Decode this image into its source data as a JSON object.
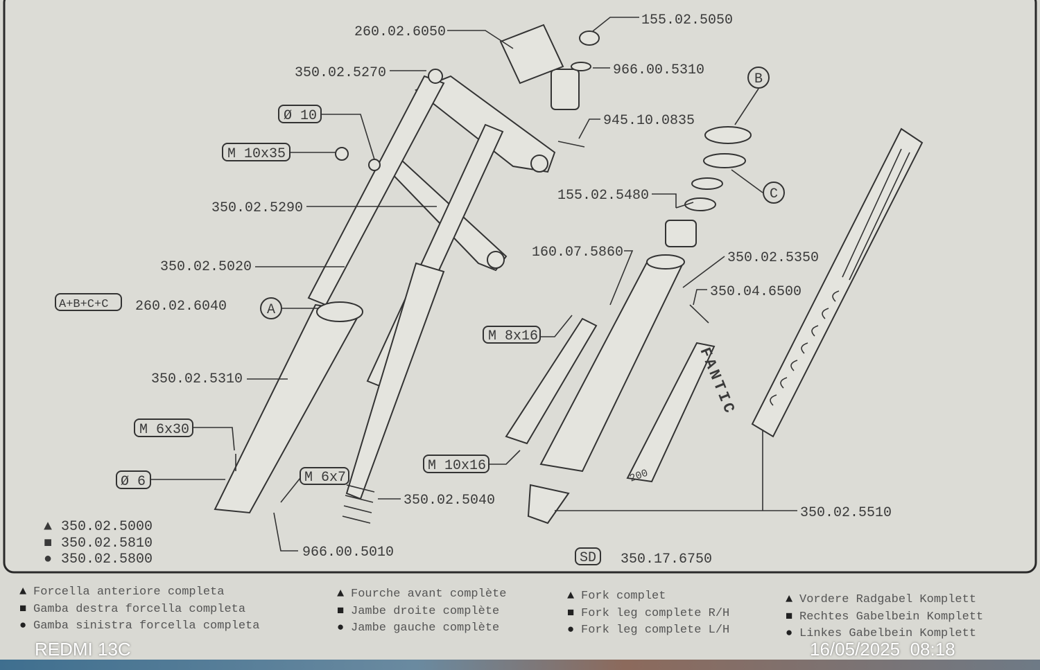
{
  "diagram": {
    "part_numbers": {
      "p155025050": "155.02.5050",
      "p260026050": "260.02.6050",
      "p966005310": "966.00.5310",
      "p350025270": "350.02.5270",
      "p945100835": "945.10.0835",
      "p155025480": "155.02.5480",
      "p350025290": "350.02.5290",
      "p160075860": "160.07.5860",
      "p350025350": "350.02.5350",
      "p350025020": "350.02.5020",
      "p350046500": "350.04.6500",
      "p260026040": "260.02.6040",
      "p350025310": "350.02.5310",
      "p350025040": "350.02.5040",
      "p350025510": "350.02.5510",
      "p966005010": "966.00.5010",
      "p350176750": "350.17.6750"
    },
    "boxed_labels": {
      "d10": "Ø 10",
      "m10x35": "M 10x35",
      "abcc": "A+B+C+C",
      "m8x16": "M 8x16",
      "m6x30": "M 6x30",
      "m10x16": "M 10x16",
      "d6": "Ø 6",
      "m6x7": "M 6x7",
      "sd": "SD"
    },
    "callouts": {
      "a": "A",
      "b": "B",
      "c": "C"
    },
    "brand_decal": "FANTIC",
    "decal_number": "200",
    "assembly_codes": [
      {
        "symbol": "▲",
        "code": "350.02.5000"
      },
      {
        "symbol": "■",
        "code": "350.02.5810"
      },
      {
        "symbol": "●",
        "code": "350.02.5800"
      }
    ]
  },
  "legend": {
    "italian": [
      {
        "symbol": "▲",
        "text": "Forcella anteriore completa"
      },
      {
        "symbol": "■",
        "text": "Gamba destra forcella completa"
      },
      {
        "symbol": "●",
        "text": "Gamba sinistra forcella completa"
      }
    ],
    "french": [
      {
        "symbol": "▲",
        "text": "Fourche avant complète"
      },
      {
        "symbol": "■",
        "text": "Jambe droite complète"
      },
      {
        "symbol": "●",
        "text": "Jambe gauche complète"
      }
    ],
    "english": [
      {
        "symbol": "▲",
        "text": "Fork complet"
      },
      {
        "symbol": "■",
        "text": "Fork leg complete R/H"
      },
      {
        "symbol": "●",
        "text": "Fork leg complete L/H"
      }
    ],
    "german": [
      {
        "symbol": "▲",
        "text": "Vordere Radgabel Komplett"
      },
      {
        "symbol": "■",
        "text": "Rechtes Gabelbein Komplett"
      },
      {
        "symbol": "●",
        "text": "Linkes Gabelbein Komplett"
      }
    ]
  },
  "watermark": {
    "device": "REDMI 13C",
    "datetime": "16/05/2025  08:18"
  }
}
